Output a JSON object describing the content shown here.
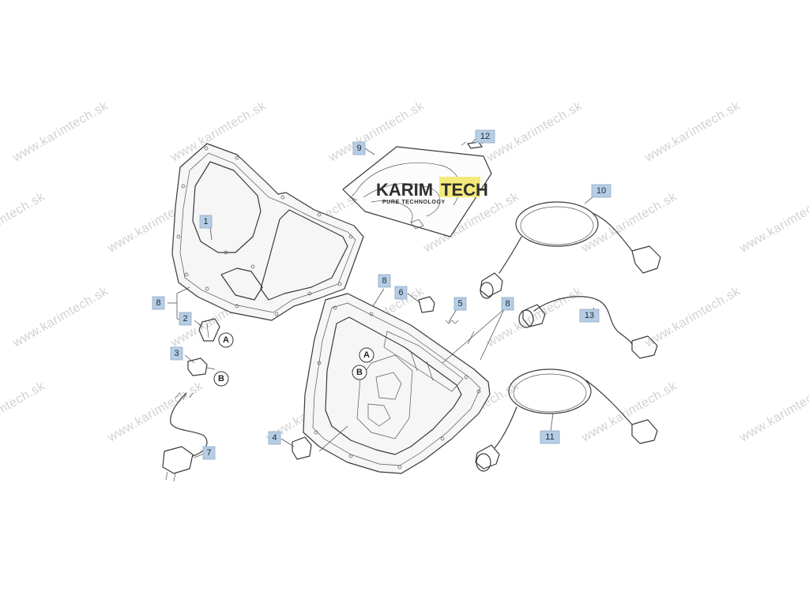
{
  "watermark": {
    "text": "www.karimtech.sk",
    "color": "#d2d2d2"
  },
  "logo": {
    "word1": "KARIM",
    "word2": "TECH",
    "tagline": "PURE TECHNOLOGY",
    "word1_color": "#2f2f2f",
    "word2_color": "#2f2f2f",
    "highlight_color": "#f3ea7a"
  },
  "callout_style": {
    "fill": "#b6cde4",
    "text_color": "#1a2a3a"
  },
  "callouts": [
    {
      "id": "c1",
      "label": "1"
    },
    {
      "id": "c2",
      "label": "2"
    },
    {
      "id": "c3",
      "label": "3"
    },
    {
      "id": "c4",
      "label": "4"
    },
    {
      "id": "c5",
      "label": "5"
    },
    {
      "id": "c6",
      "label": "6"
    },
    {
      "id": "c7",
      "label": "7"
    },
    {
      "id": "c8a",
      "label": "8"
    },
    {
      "id": "c8b",
      "label": "8"
    },
    {
      "id": "c8c",
      "label": "8"
    },
    {
      "id": "c9",
      "label": "9"
    },
    {
      "id": "c10",
      "label": "10"
    },
    {
      "id": "c11",
      "label": "11"
    },
    {
      "id": "c12",
      "label": "12"
    },
    {
      "id": "c13",
      "label": "13"
    }
  ],
  "badges": {
    "a": "A",
    "b": "B"
  }
}
